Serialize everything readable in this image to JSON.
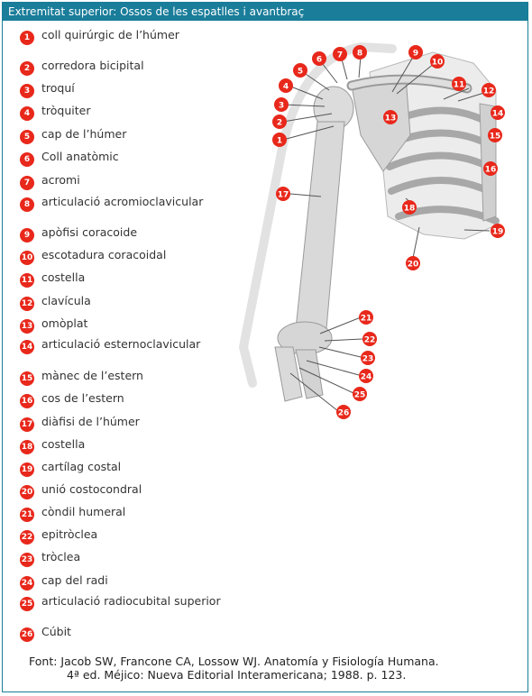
{
  "title": "Extremitat superior: Ossos de les espatlles i avantbraç",
  "legend": [
    {
      "num": "1",
      "label": "coll quirúrgic de l’húmer"
    },
    {
      "num": "2",
      "label": "corredora bicipital"
    },
    {
      "num": "3",
      "label": "troquí"
    },
    {
      "num": "4",
      "label": "tròquiter"
    },
    {
      "num": "5",
      "label": "cap de l’húmer"
    },
    {
      "num": "6",
      "label": "Coll anatòmic"
    },
    {
      "num": "7",
      "label": "acromi"
    },
    {
      "num": "8",
      "label": "articulació acromioclavicular"
    },
    {
      "num": "9",
      "label": "apòfisi coracoide"
    },
    {
      "num": "10",
      "label": "escotadura coracoidal"
    },
    {
      "num": "11",
      "label": "costella"
    },
    {
      "num": "12",
      "label": "clavícula"
    },
    {
      "num": "13",
      "label": "omòplat"
    },
    {
      "num": "14",
      "label": "articulació esternoclavicular"
    },
    {
      "num": "15",
      "label": "mànec de l’estern"
    },
    {
      "num": "16",
      "label": "cos de l’estern"
    },
    {
      "num": "17",
      "label": "diàfisi de l’húmer"
    },
    {
      "num": "18",
      "label": "costella"
    },
    {
      "num": "19",
      "label": "cartílag costal"
    },
    {
      "num": "20",
      "label": "unió costocondral"
    },
    {
      "num": "21",
      "label": "còndil humeral"
    },
    {
      "num": "22",
      "label": "epitròclea"
    },
    {
      "num": "23",
      "label": "tròclea"
    },
    {
      "num": "24",
      "label": "cap del radi"
    },
    {
      "num": "25",
      "label": "articulació radiocubital superior"
    },
    {
      "num": "26",
      "label": "Cúbit"
    }
  ],
  "source": {
    "line1": "Font: Jacob SW, Francone CA, Lossow WJ. Anatomía y Fisiología Humana.",
    "line2": "4ª ed. Méjico: Nueva Editorial Interamericana; 1988. p. 123."
  },
  "colors": {
    "header": "#1a7d9a",
    "badge": "#e8281b",
    "bone": "#d8d8d8",
    "bone_shadow": "#9a9a9a"
  }
}
